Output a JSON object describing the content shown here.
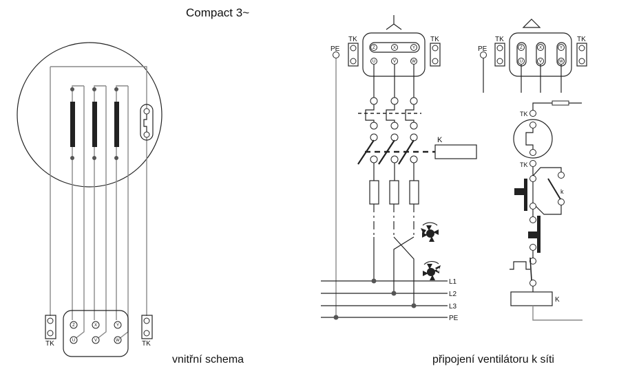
{
  "title": "Compact 3~",
  "caption_left": "vnitřní schema",
  "caption_right": "připojení ventilátoru k síti",
  "labels": {
    "tk": "TK",
    "pe": "PE",
    "k_contactor": "K",
    "k_contact": "k"
  },
  "terminals": {
    "top": [
      "Z",
      "X",
      "Y"
    ],
    "bottom": [
      "U",
      "V",
      "W"
    ]
  },
  "lines": [
    "L1",
    "L2",
    "L3",
    "PE"
  ],
  "connections": [
    "star",
    "delta"
  ],
  "icons": [
    "fan-rotation-clockwise-icon",
    "fan-rotation-counterclockwise-icon"
  ]
}
